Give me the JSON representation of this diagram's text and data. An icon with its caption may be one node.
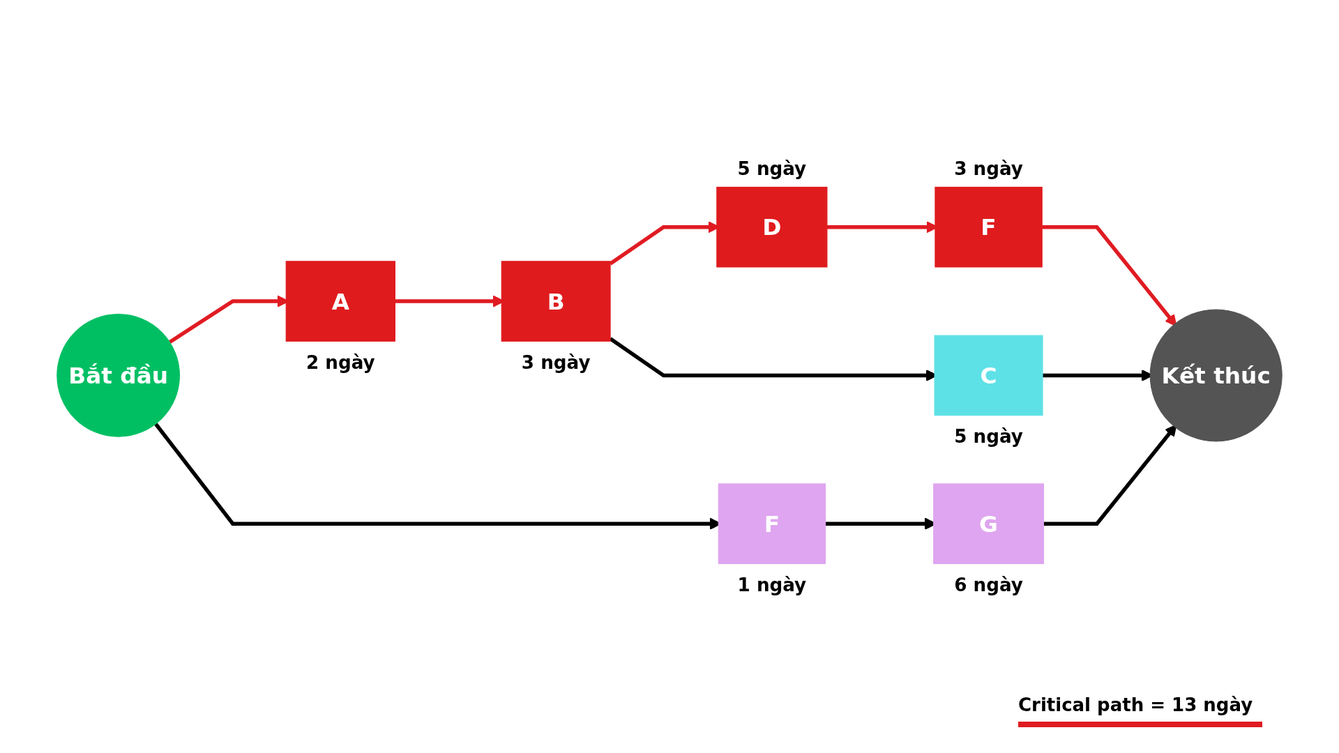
{
  "diagram": {
    "nodes": [
      {
        "text": [
          "Bắt đầu"
        ]
      },
      {
        "text": [
          "A"
        ],
        "beside": [
          "2 ngày"
        ]
      },
      {
        "text": [
          "B"
        ],
        "beside": [
          "3 ngày"
        ]
      },
      {
        "text": [
          "D"
        ],
        "beside": [
          "5 ngày"
        ]
      },
      {
        "text": [
          "F"
        ],
        "beside": [
          "3 ngày"
        ]
      },
      {
        "text": [
          "C"
        ],
        "beside": [
          "5 ngày"
        ]
      },
      {
        "text": [
          "F"
        ],
        "beside": [
          "1 ngày"
        ]
      },
      {
        "text": [
          "G"
        ],
        "beside": [
          "6 ngày"
        ]
      },
      {
        "text": [
          "Kết thúc"
        ]
      }
    ],
    "edges": [
      {
        "from": 0,
        "to": 1,
        "arrow": "to",
        "color": "#e01b22"
      },
      {
        "from": 1,
        "to": 2,
        "arrow": "to",
        "color": "#e01b22"
      },
      {
        "from": 2,
        "to": 3,
        "arrow": "to",
        "color": "#e01b22"
      },
      {
        "from": 3,
        "to": 4,
        "arrow": "to",
        "color": "#e01b22"
      },
      {
        "from": 4,
        "to": 8,
        "arrow": "to",
        "color": "#e01b22"
      },
      {
        "from": 2,
        "to": 5,
        "arrow": "to",
        "color": "#000000"
      },
      {
        "from": 5,
        "to": 8,
        "arrow": "to",
        "color": "#000000"
      },
      {
        "from": 0,
        "to": 6,
        "arrow": "to",
        "color": "#000000"
      },
      {
        "from": 6,
        "to": 7,
        "arrow": "to",
        "color": "#000000"
      },
      {
        "from": 7,
        "to": 8,
        "arrow": "to",
        "color": "#000000"
      }
    ],
    "legend": [
      {
        "text": "Critical path = 13 ngày"
      }
    ]
  }
}
